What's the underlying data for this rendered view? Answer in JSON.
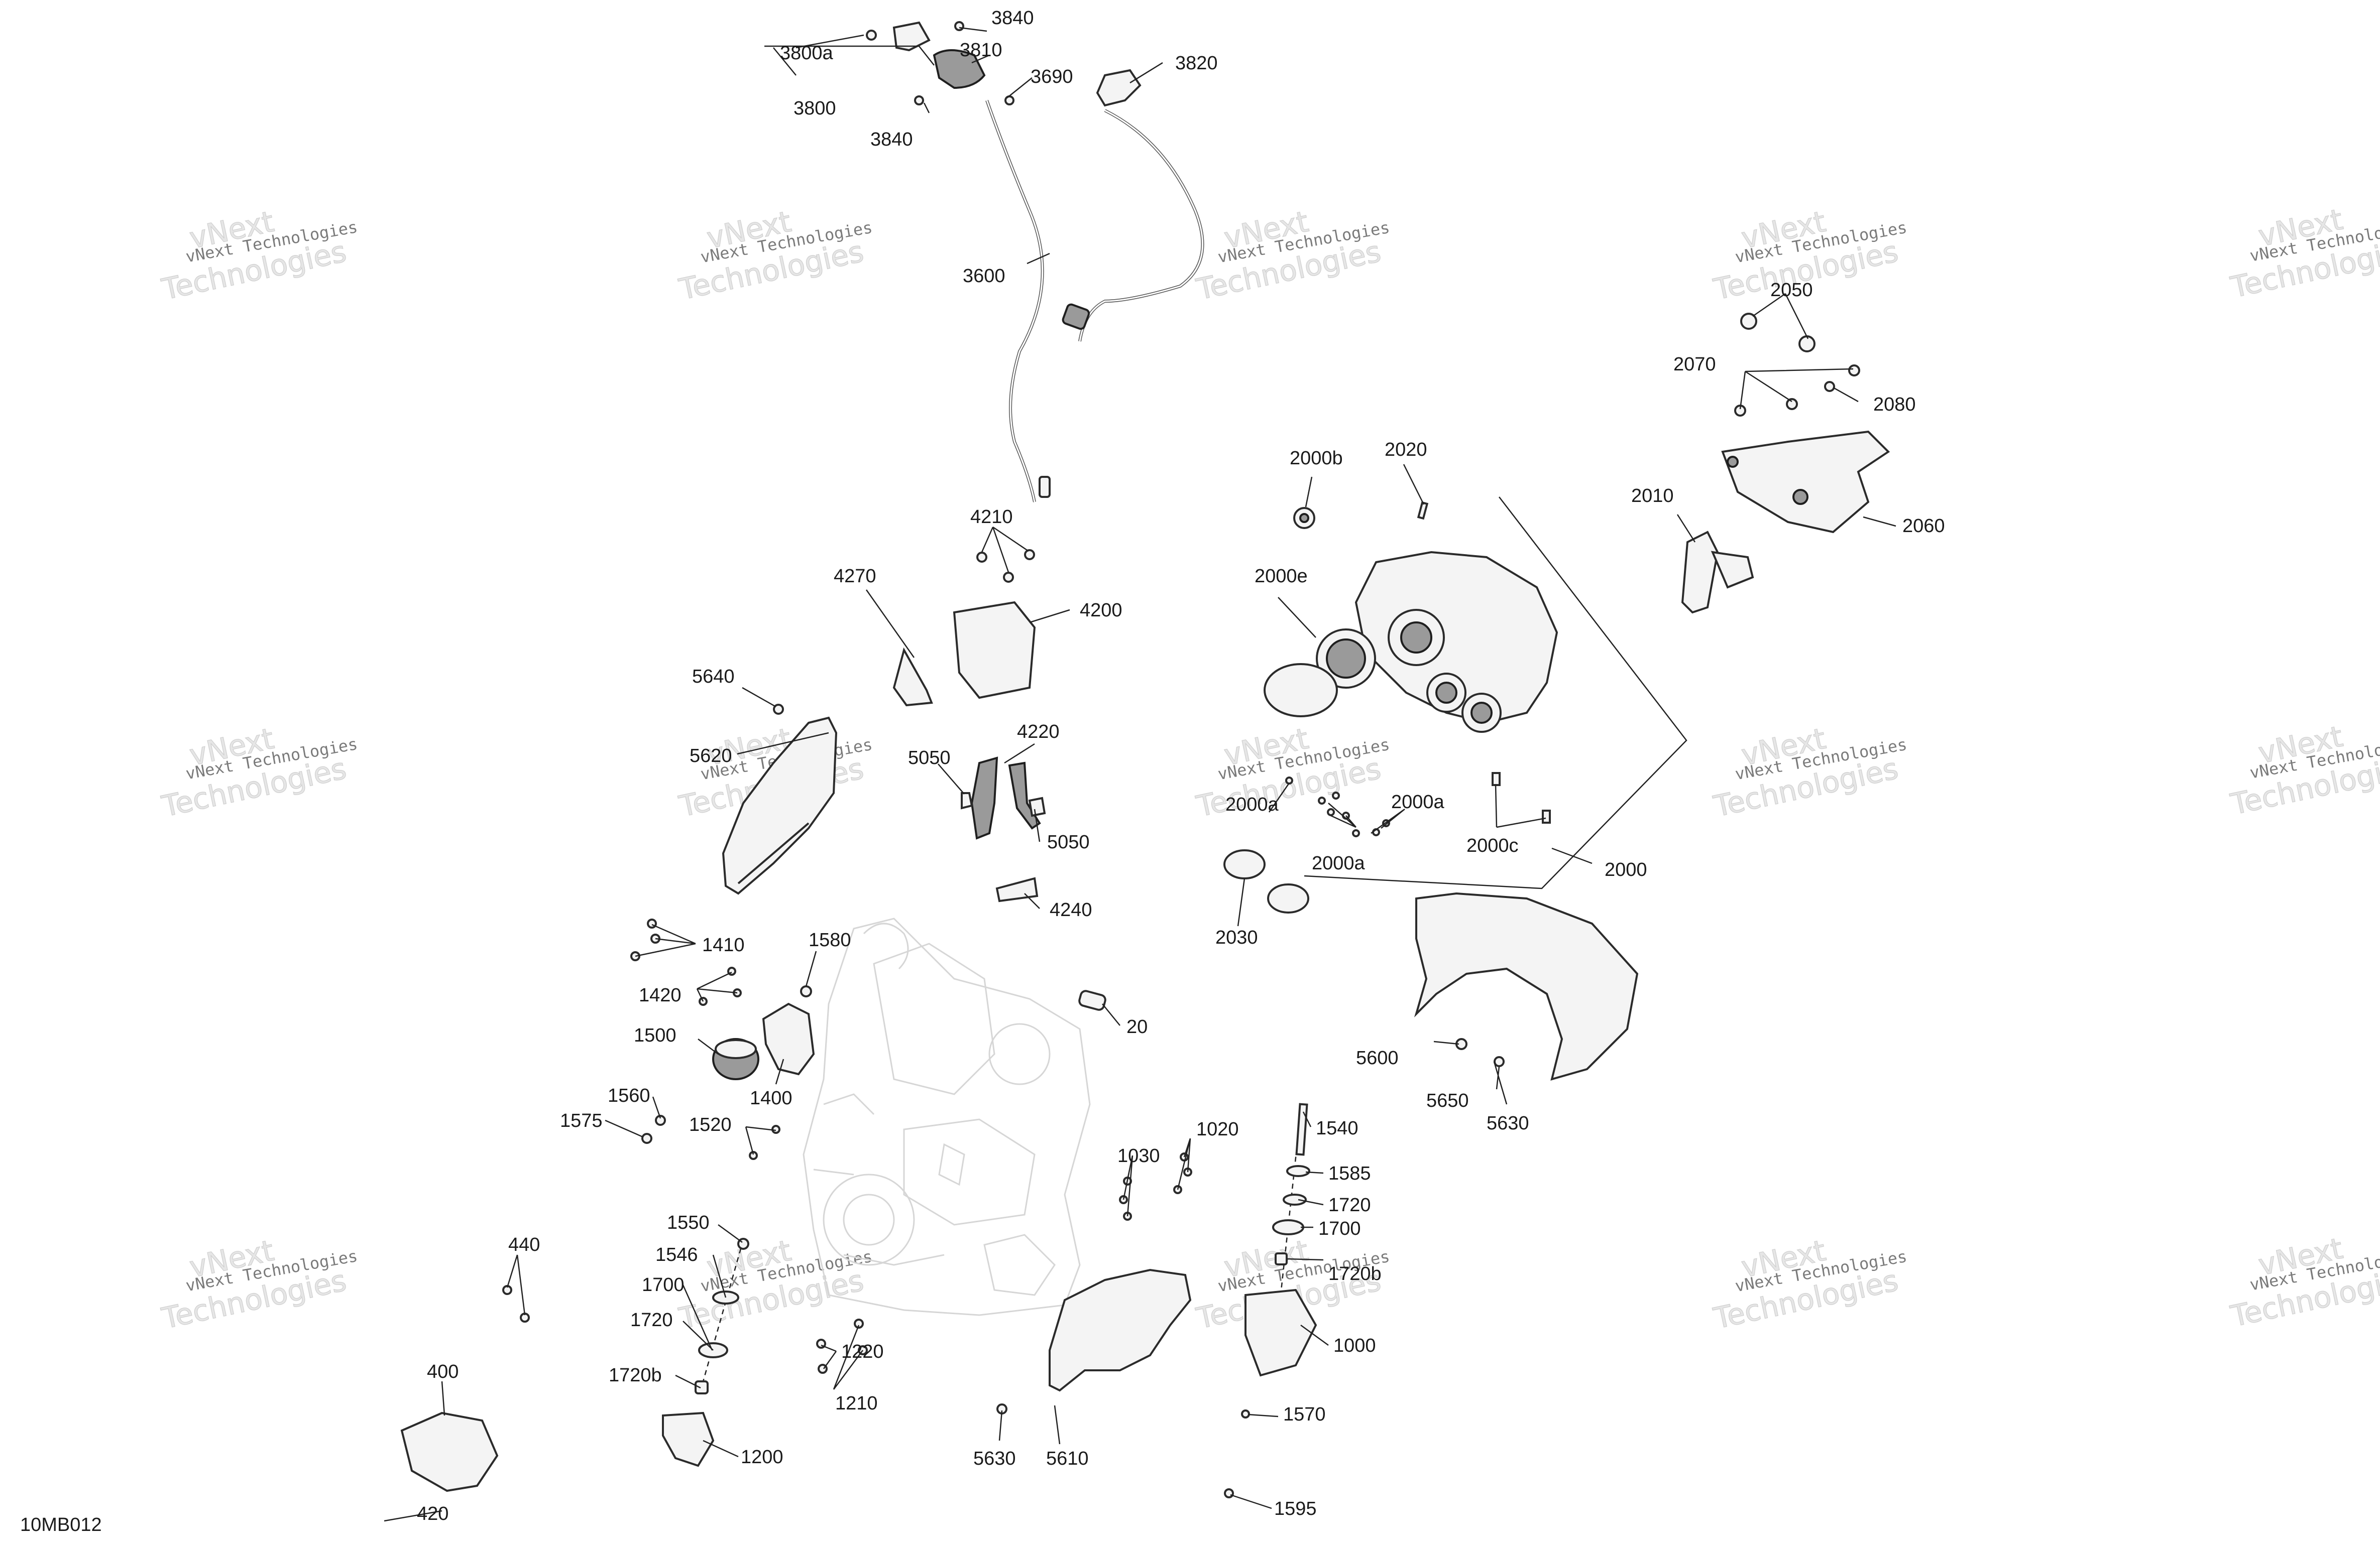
{
  "diagram_code": "10MB012",
  "watermark": {
    "line1": "vNext Technologies",
    "line2_a": "vNext",
    "line2_b": "Technologies"
  },
  "callouts": {
    "c3840a": "3840",
    "c3810": "3810",
    "c3800a": "3800a",
    "c3800": "3800",
    "c3690": "3690",
    "c3840b": "3840",
    "c3820": "3820",
    "c3600": "3600",
    "c2050": "2050",
    "c2070": "2070",
    "c2080": "2080",
    "c2010": "2010",
    "c2060": "2060",
    "c2000b": "2000b",
    "c2020": "2020",
    "c2000e": "2000e",
    "c4210": "4210",
    "c4270": "4270",
    "c4200": "4200",
    "c5640": "5640",
    "c5620": "5620",
    "c5050a": "5050",
    "c4220": "4220",
    "c5050b": "5050",
    "c4240": "4240",
    "c2000a1": "2000a",
    "c2000a2": "2000a",
    "c2000a3": "2000a",
    "c2000c": "2000c",
    "c2000": "2000",
    "c2030": "2030",
    "c1410": "1410",
    "c1580": "1580",
    "c1420": "1420",
    "c1500": "1500",
    "c1400": "1400",
    "c20": "20",
    "c5600": "5600",
    "c5650": "5650",
    "c5630a": "5630",
    "c1560": "1560",
    "c1575": "1575",
    "c1520": "1520",
    "c1540": "1540",
    "c1020": "1020",
    "c1030": "1030",
    "c1585": "1585",
    "c1720a": "1720",
    "c1700a": "1700",
    "c1720ba": "1720b",
    "c1000": "1000",
    "c1550": "1550",
    "c1546": "1546",
    "c1700b": "1700",
    "c1720b": "1720",
    "c1720bb": "1720b",
    "c1200": "1200",
    "c440": "440",
    "c1220": "1220",
    "c1210": "1210",
    "c400": "400",
    "c420": "420",
    "c5630b": "5630",
    "c5610": "5610",
    "c1570": "1570",
    "c1595": "1595"
  }
}
